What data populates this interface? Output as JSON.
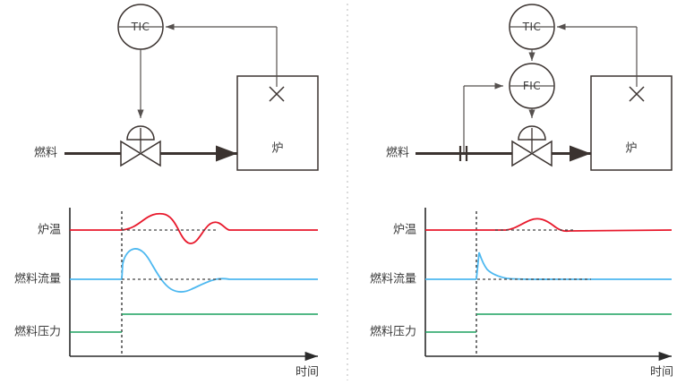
{
  "meta": {
    "divider": "vertical-dotted-divider",
    "colors": {
      "line_dark": "#3b3330",
      "signal": "#55504e",
      "temperature": "#e8192c",
      "flow": "#4db8f0",
      "pressure": "#1aa05e",
      "text": "#3b3b3b",
      "divider": "#cccccc",
      "dotted_ref": "#444444"
    }
  },
  "left": {
    "name": "single-loop-temperature-control",
    "flow_label": "燃料",
    "controller": "TIC",
    "vessel_label": "炉",
    "sensor_icon": "temperature-element-cross"
  },
  "right": {
    "name": "cascade-temperature-flow-control",
    "flow_label": "燃料",
    "primary_controller": "TIC",
    "secondary_controller": "FIC",
    "vessel_label": "炉",
    "sensor_icon": "temperature-element-cross",
    "flow_element_icon": "orifice-plate"
  },
  "chart_data": [
    {
      "type": "line",
      "name": "single-loop-response",
      "title": "",
      "xlabel": "时间",
      "ylabel": "",
      "grid": false,
      "legend": "inline-left-labels",
      "disturbance_time": 0.18,
      "x": [
        0,
        0.1,
        0.18,
        0.25,
        0.32,
        0.4,
        0.48,
        0.56,
        0.64,
        0.72,
        0.8,
        0.88,
        1.0
      ],
      "series": [
        {
          "name": "炉温",
          "label": "炉温",
          "color": "#e8192c",
          "baseline": 1.0,
          "values": [
            1.0,
            1.0,
            1.0,
            1.12,
            1.3,
            1.38,
            1.22,
            0.82,
            0.88,
            1.14,
            1.06,
            1.0,
            1.0
          ],
          "description": "damped oscillation with large overshoot and undershoot"
        },
        {
          "name": "燃料流量",
          "label": "燃料流量",
          "color": "#4db8f0",
          "baseline": 1.0,
          "values": [
            1.0,
            1.0,
            1.0,
            1.55,
            1.72,
            1.5,
            1.1,
            0.75,
            0.68,
            0.82,
            0.97,
            1.0,
            1.0
          ],
          "description": "step rise then slow dip back to setpoint"
        },
        {
          "name": "燃料压力",
          "label": "燃料压力",
          "color": "#1aa05e",
          "baseline": 0.0,
          "values": [
            0.0,
            0.0,
            0.0,
            1.0,
            1.0,
            1.0,
            1.0,
            1.0,
            1.0,
            1.0,
            1.0,
            1.0,
            1.0
          ],
          "description": "upward step disturbance at dashed line"
        }
      ]
    },
    {
      "type": "line",
      "name": "cascade-loop-response",
      "title": "",
      "xlabel": "时间",
      "ylabel": "",
      "grid": false,
      "legend": "inline-left-labels",
      "disturbance_time": 0.18,
      "x": [
        0,
        0.1,
        0.18,
        0.22,
        0.3,
        0.4,
        0.5,
        0.6,
        0.7,
        0.8,
        0.9,
        1.0
      ],
      "series": [
        {
          "name": "炉温",
          "label": "炉温",
          "color": "#e8192c",
          "baseline": 1.0,
          "values": [
            1.0,
            1.0,
            1.0,
            1.0,
            1.04,
            1.16,
            1.1,
            0.99,
            1.0,
            1.0,
            1.0,
            1.0
          ],
          "description": "small brief bump, quickly settles"
        },
        {
          "name": "燃料流量",
          "label": "燃料流量",
          "color": "#4db8f0",
          "baseline": 1.0,
          "values": [
            1.0,
            1.0,
            1.0,
            1.95,
            1.4,
            1.12,
            1.03,
            1.0,
            1.0,
            1.0,
            1.0,
            1.0
          ],
          "description": "sharp narrow spike with fast exponential decay"
        },
        {
          "name": "燃料压力",
          "label": "燃料压力",
          "color": "#1aa05e",
          "baseline": 0.0,
          "values": [
            0.0,
            0.0,
            0.0,
            1.0,
            1.0,
            1.0,
            1.0,
            1.0,
            1.0,
            1.0,
            1.0,
            1.0
          ],
          "description": "upward step disturbance at dashed line"
        }
      ]
    }
  ]
}
